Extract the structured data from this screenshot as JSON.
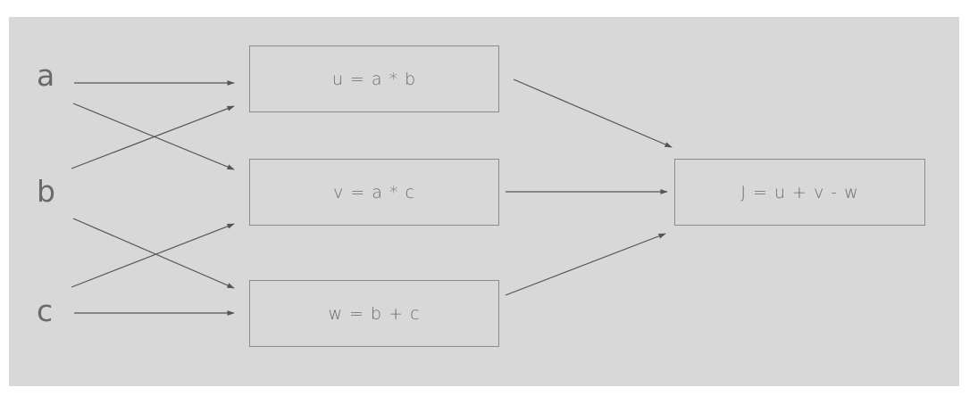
{
  "inputs": {
    "a": "a",
    "b": "b",
    "c": "c"
  },
  "nodes": {
    "u": "u = a * b",
    "v": "v = a * c",
    "w": "w = b + c",
    "j": "J = u + v - w"
  },
  "colors": {
    "background": "#d8d8d8",
    "stroke": "#555555",
    "box_border": "#8c8c8c",
    "text": "#6a6a6a"
  }
}
